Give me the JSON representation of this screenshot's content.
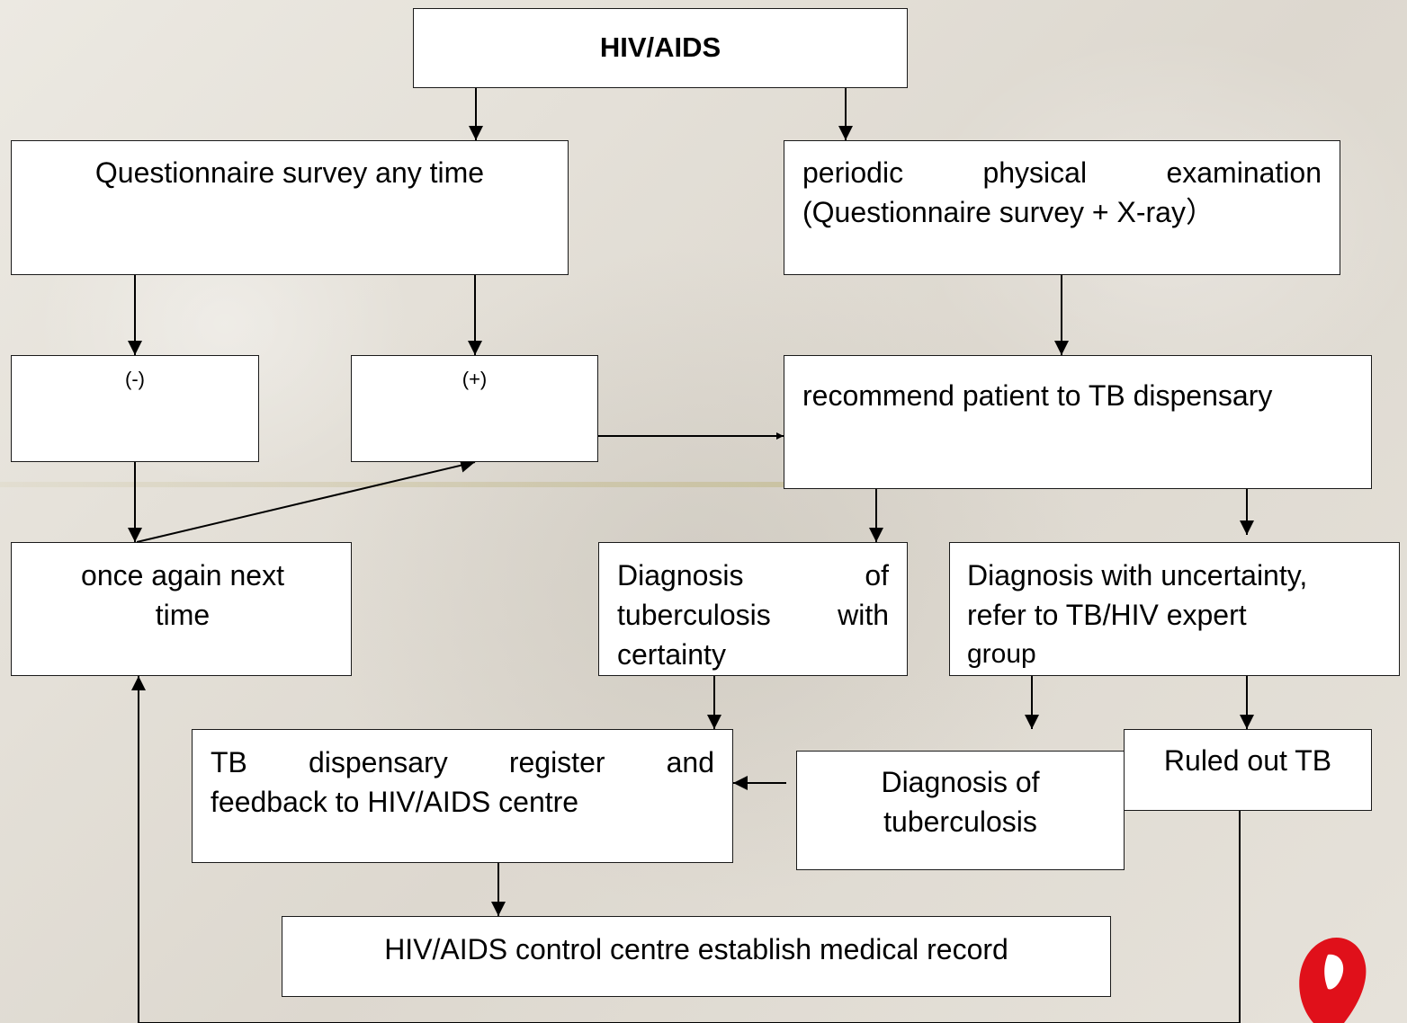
{
  "diagram": {
    "top": "HIV/AIDS",
    "questionnaire": "Questionnaire survey any time",
    "periodic_line1": "periodic physical examination",
    "periodic_line2": "(Questionnaire survey + X-ray）",
    "negative": "(-)",
    "positive": "(+)",
    "recommend": "recommend patient to TB dispensary",
    "once_again": "once again next time",
    "certain_line1": "Diagnosis of",
    "certain_line2": "tuberculosis with",
    "certain_line3": "certainty",
    "uncertain_line1": "Diagnosis with uncertainty,",
    "uncertain_line2": "refer to TB/HIV expert",
    "uncertain_line3": "group",
    "register_line1": "TB dispensary register and",
    "register_line2": "feedback to HIV/AIDS centre",
    "diagnosis_tb_line1": "Diagnosis of",
    "diagnosis_tb_line2": "tuberculosis",
    "ruled_out": "Ruled out TB",
    "medical_record": "HIV/AIDS control  centre establish medical record"
  },
  "colors": {
    "ribbon": "#e0101a",
    "box_border": "#1a1a1a"
  }
}
